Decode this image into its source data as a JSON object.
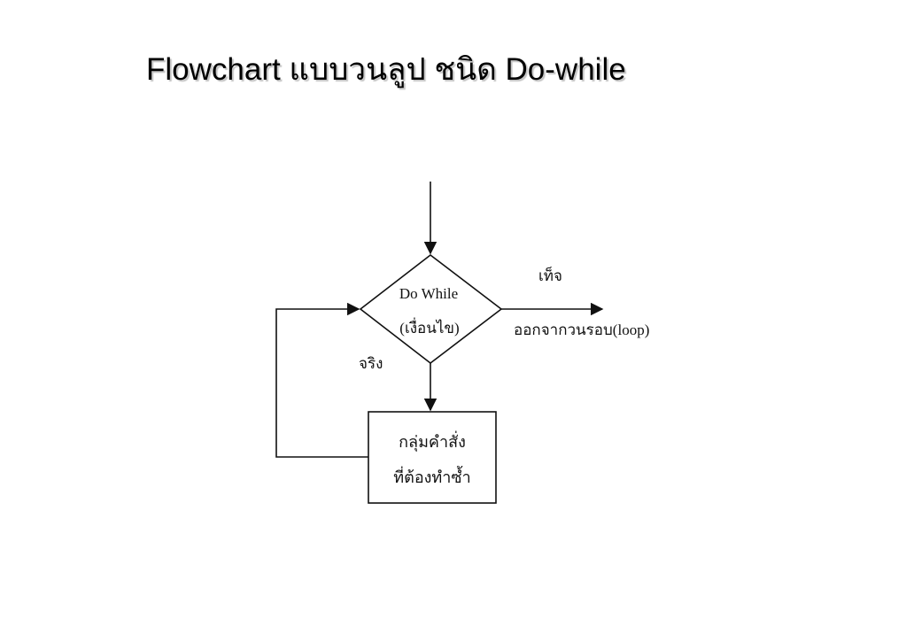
{
  "title": "Flowchart แบบวนลูป ชนิด Do-while",
  "diagram": {
    "decision": {
      "line1": "Do While",
      "line2": "(เงื่อนไข)"
    },
    "false_label": "เท็จ",
    "exit_label": "ออกจากวนรอบ(loop)",
    "true_label": "จริง",
    "process": {
      "line1": "กลุ่มคำสั่ง",
      "line2": "ที่ต้องทำซ้ำ"
    }
  },
  "colors": {
    "line": "#111111",
    "title_shadow": "#c4c4c4"
  }
}
